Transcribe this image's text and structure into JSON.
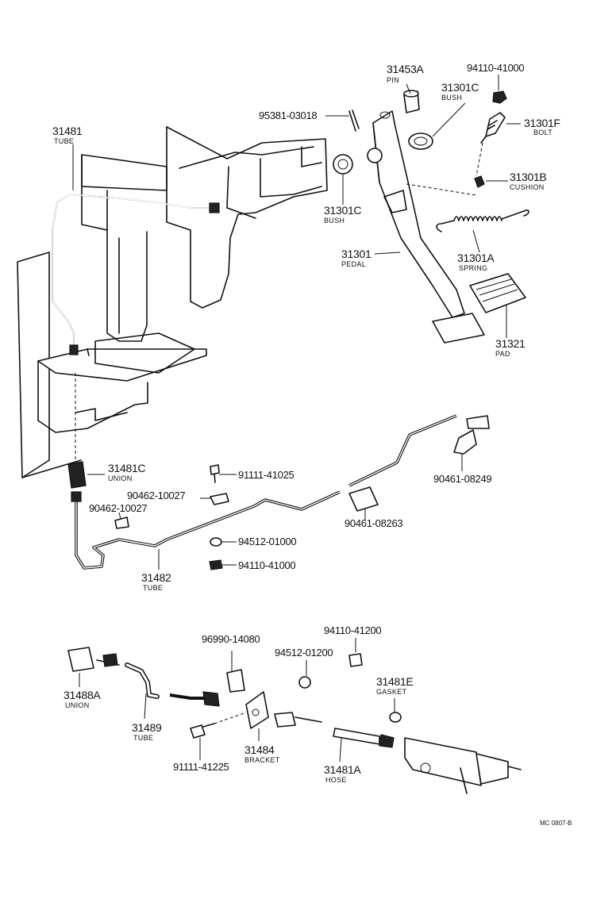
{
  "diagram_code": "MC 0807-B",
  "parts": {
    "p31453A": {
      "number": "31453A",
      "name": "PIN"
    },
    "p94110_41000_top": {
      "number": "94110-41000"
    },
    "p95381_03018": {
      "number": "95381-03018"
    },
    "p31301C_a": {
      "number": "31301C",
      "name": "BUSH"
    },
    "p31301F": {
      "number": "31301F",
      "name": "BOLT"
    },
    "p31481": {
      "number": "31481",
      "name": "TUBE"
    },
    "p31301B": {
      "number": "31301B",
      "name": "CUSHION"
    },
    "p31301C_b": {
      "number": "31301C",
      "name": "BUSH"
    },
    "p31301": {
      "number": "31301",
      "name": "PEDAL"
    },
    "p31301A": {
      "number": "31301A",
      "name": "SPRING"
    },
    "p31321": {
      "number": "31321",
      "name": "PAD"
    },
    "p31481C": {
      "number": "31481C",
      "name": "UNION"
    },
    "p91111_41025": {
      "number": "91111-41025"
    },
    "p90461_08249": {
      "number": "90461-08249"
    },
    "p90462_10027_a": {
      "number": "90462-10027"
    },
    "p90462_10027_b": {
      "number": "90462-10027"
    },
    "p90461_08263": {
      "number": "90461-08263"
    },
    "p94512_01000": {
      "number": "94512-01000"
    },
    "p94110_41000_mid": {
      "number": "94110-41000"
    },
    "p31482": {
      "number": "31482",
      "name": "TUBE"
    },
    "p94110_41200": {
      "number": "94110-41200"
    },
    "p96990_14080": {
      "number": "96990-14080"
    },
    "p94512_01200": {
      "number": "94512-01200"
    },
    "p31481E": {
      "number": "31481E",
      "name": "GASKET"
    },
    "p31488A": {
      "number": "31488A",
      "name": "UNION"
    },
    "p31489": {
      "number": "31489",
      "name": "TUBE"
    },
    "p31484": {
      "number": "31484",
      "name": "BRACKET"
    },
    "p31481A": {
      "number": "31481A",
      "name": "HOSE"
    },
    "p91111_41225": {
      "number": "91111-41225"
    }
  }
}
